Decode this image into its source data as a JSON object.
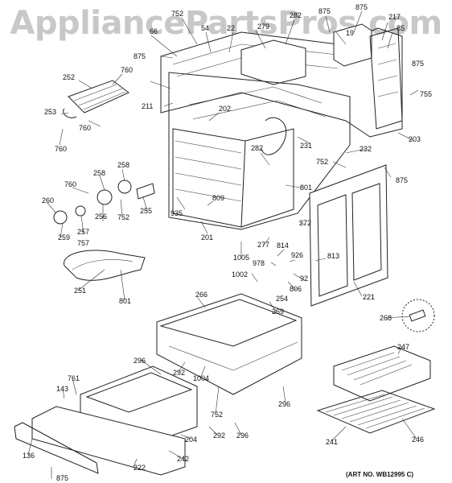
{
  "watermark": "AppliancePartsPros.com",
  "art_number": "(ART NO. WB12995 C)",
  "part_labels": [
    "752",
    "282",
    "875",
    "875",
    "217",
    "66",
    "54",
    "22",
    "279",
    "19",
    "85",
    "875",
    "875",
    "211",
    "252",
    "760",
    "253",
    "760",
    "760",
    "202",
    "755",
    "203",
    "232",
    "231",
    "282",
    "752",
    "801",
    "875",
    "258",
    "760",
    "258",
    "809",
    "255",
    "935",
    "256",
    "757",
    "752",
    "260",
    "259",
    "257",
    "201",
    "277",
    "272",
    "1005",
    "814",
    "926",
    "813",
    "221",
    "978",
    "92",
    "1002",
    "806",
    "254",
    "251",
    "801",
    "269",
    "266",
    "268",
    "247",
    "296",
    "292",
    "1004",
    "143",
    "761",
    "296",
    "752",
    "296",
    "246",
    "292",
    "204",
    "241",
    "136",
    "242",
    "222",
    "875"
  ]
}
